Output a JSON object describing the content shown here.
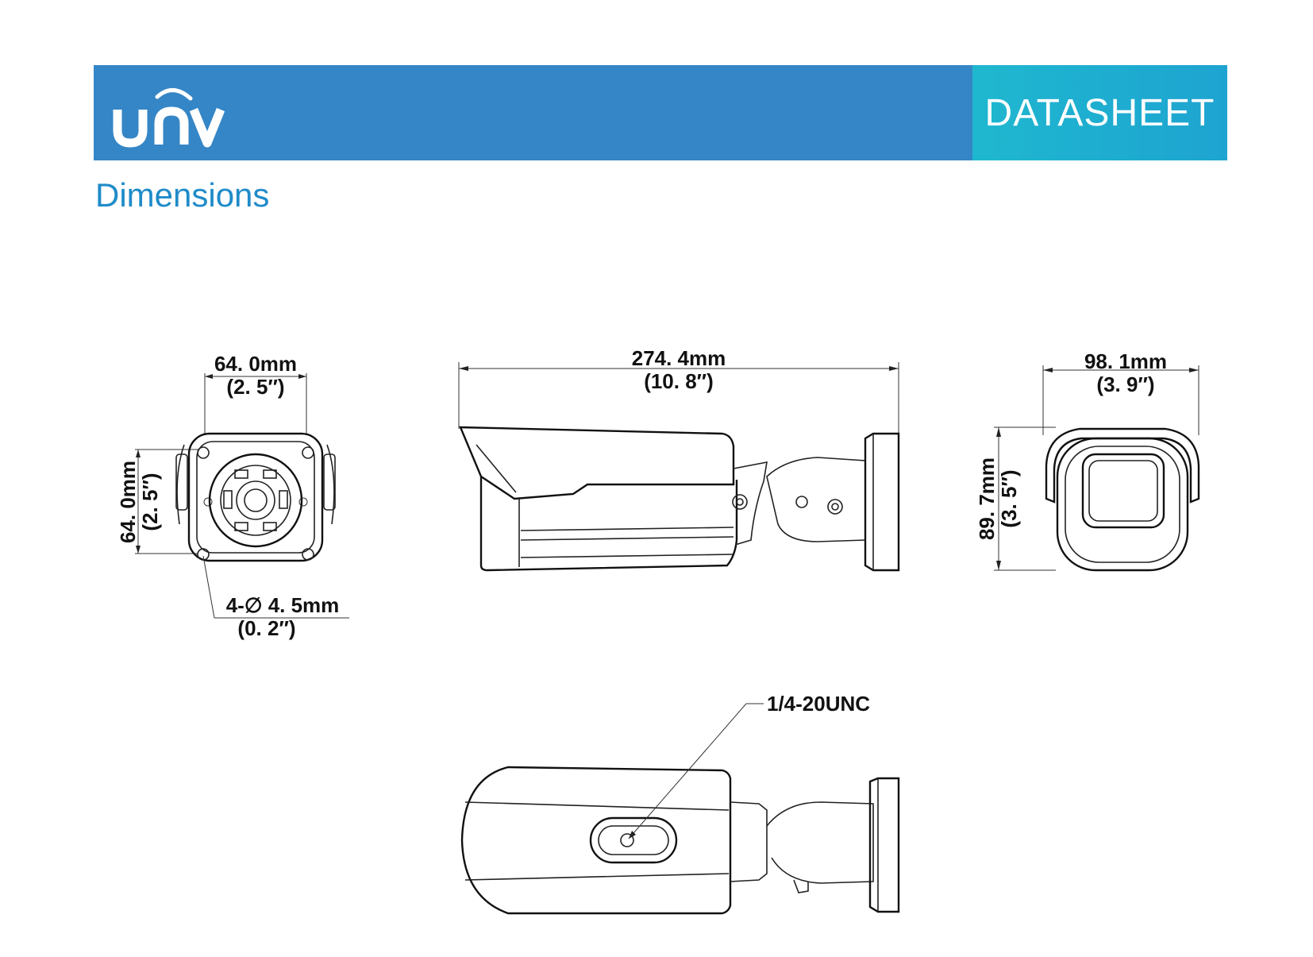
{
  "header": {
    "brand": "unv",
    "tag": "DATASHEET",
    "bar_color": "#3586c6",
    "tag_color": "#1fb7cf"
  },
  "section": {
    "title": "Dimensions"
  },
  "front_view": {
    "width_mm": "64. 0mm",
    "width_in": "(2. 5″)",
    "height_mm": "64. 0mm",
    "height_in": "(2. 5″)",
    "hole_mm": "4-∅ 4. 5mm",
    "hole_in": "(0. 2″)"
  },
  "side_view": {
    "length_mm": "274. 4mm",
    "length_in": "(10. 8″)"
  },
  "rear_view": {
    "width_mm": "98. 1mm",
    "width_in": "(3. 9″)",
    "height_mm": "89. 7mm",
    "height_in": "(3. 5″)"
  },
  "bottom_view": {
    "thread": "1/4-20UNC"
  }
}
